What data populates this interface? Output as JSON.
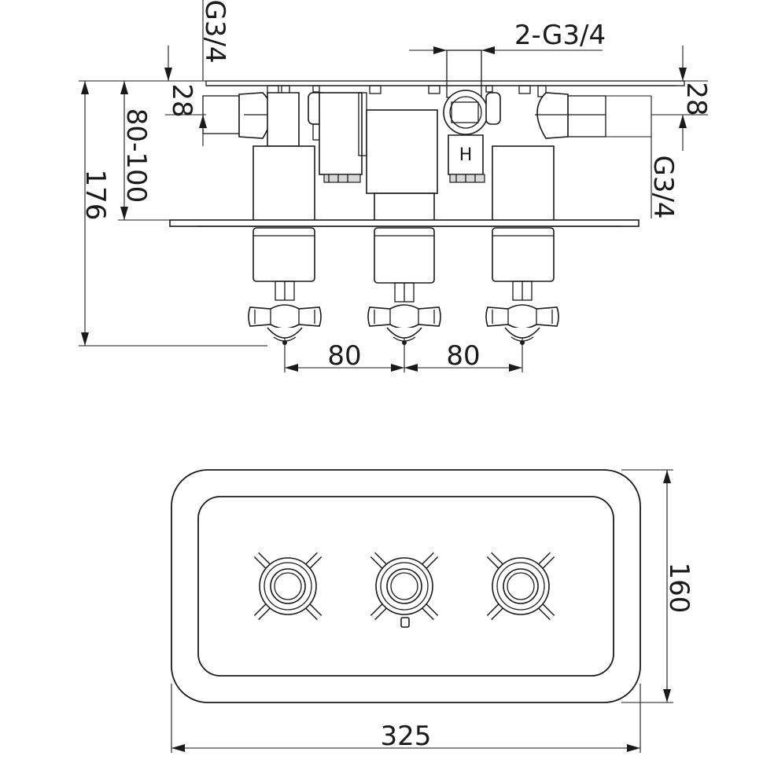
{
  "side_view": {
    "dimensions": {
      "inlet_left": "G3/4",
      "offset_left": "28",
      "wall_depth": "80-100",
      "total_depth": "176",
      "outlets": "2-G3/4",
      "offset_right": "28",
      "inlet_right": "G3/4",
      "spacing_left": "80",
      "spacing_right": "80"
    },
    "labels": {
      "hot_marker": "H"
    }
  },
  "front_view": {
    "dimensions": {
      "width": "325",
      "height": "160"
    }
  }
}
